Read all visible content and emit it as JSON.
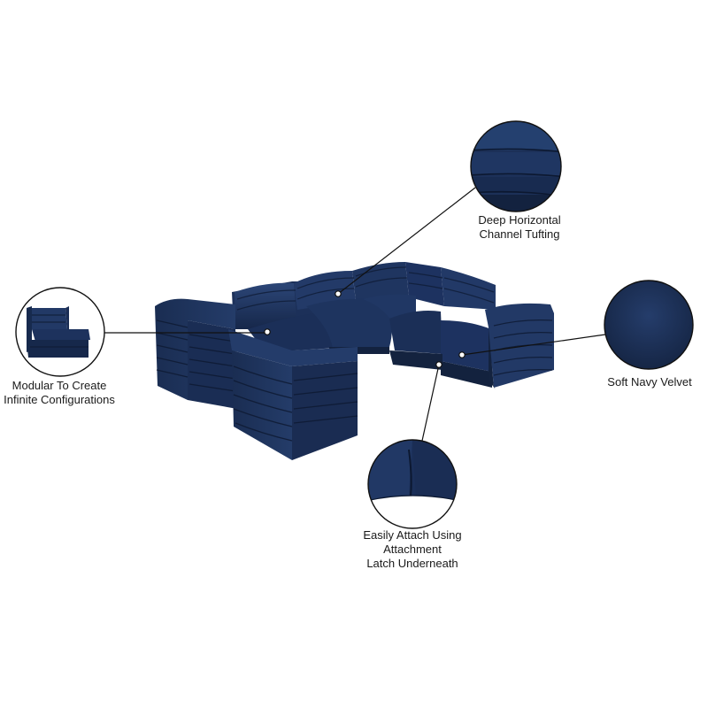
{
  "colors": {
    "velvet_dark": "#152545",
    "velvet_mid": "#1f3560",
    "velvet_light": "#2c4677",
    "leader_line": "#111111"
  },
  "callouts": {
    "modular": {
      "lines": [
        "Modular To Create",
        "Infinite Configurations"
      ]
    },
    "tufting": {
      "lines": [
        "Deep Horizontal",
        "Channel Tufting"
      ]
    },
    "velvet": {
      "lines": [
        "Soft Navy Velvet"
      ]
    },
    "latch": {
      "lines": [
        "Easily Attach Using",
        "Attachment",
        "Latch Underneath"
      ]
    }
  }
}
